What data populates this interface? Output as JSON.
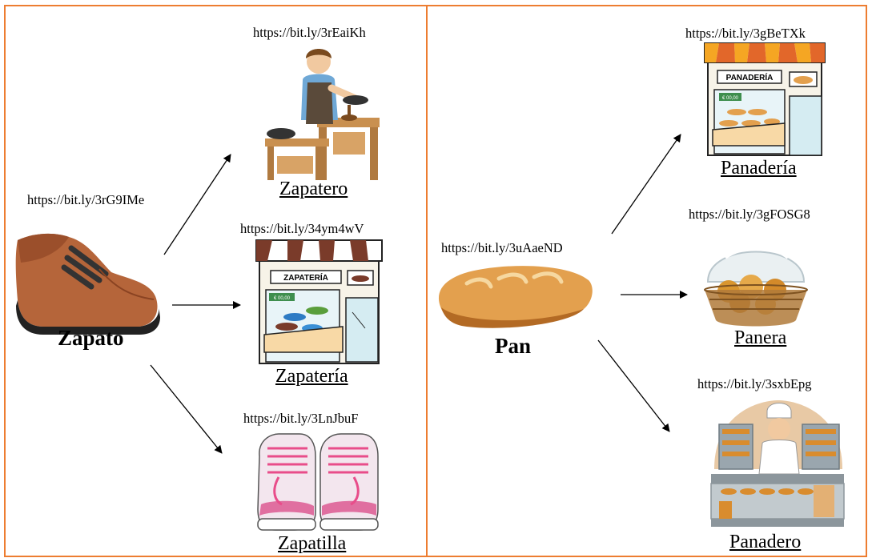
{
  "colors": {
    "frame": "#ED7D31"
  },
  "left": {
    "main": {
      "label": "Zapato",
      "url": "https://bit.ly/3rG9IMe",
      "icon": "shoe-icon"
    },
    "derived": [
      {
        "label": "Zapatero",
        "url": "https://bit.ly/3rEaiKh",
        "icon": "shoemaker-icon"
      },
      {
        "label": "Zapatería",
        "url": "https://bit.ly/34ym4wV",
        "icon": "shoe-store-icon",
        "sign": "ZAPATERÍA",
        "price": "€ 00,00"
      },
      {
        "label": "Zapatilla",
        "url": "https://bit.ly/3LnJbuF",
        "icon": "sneakers-icon"
      }
    ]
  },
  "right": {
    "main": {
      "label": "Pan",
      "url": "https://bit.ly/3uAaeND",
      "icon": "bread-icon"
    },
    "derived": [
      {
        "label": "Panadería",
        "url": "https://bit.ly/3gBeTXk",
        "icon": "bakery-icon",
        "sign": "PANADERÍA",
        "price": "€ 00,00"
      },
      {
        "label": "Panera",
        "url": "https://bit.ly/3gFOSG8",
        "icon": "bread-basket-icon"
      },
      {
        "label": "Panadero",
        "url": "https://bit.ly/3sxbEpg",
        "icon": "baker-icon"
      }
    ]
  }
}
